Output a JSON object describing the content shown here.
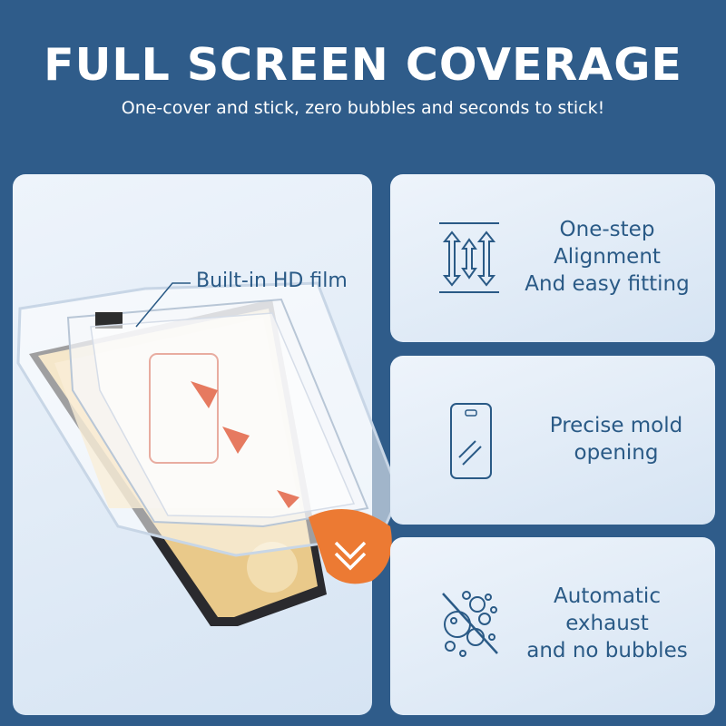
{
  "header": {
    "title": "FULL SCREEN COVERAGE",
    "subtitle": "One-cover and stick, zero bubbles and seconds to stick!"
  },
  "illustration": {
    "film_label": "Built-in HD film"
  },
  "features": [
    {
      "icon": "alignment-arrows-icon",
      "lines": [
        "One-step",
        "Alignment",
        "And easy fitting"
      ]
    },
    {
      "icon": "phone-outline-icon",
      "lines": [
        "Precise mold",
        "opening"
      ]
    },
    {
      "icon": "bubbles-crossed-icon",
      "lines": [
        "Automatic",
        "exhaust",
        "and no bubbles"
      ]
    }
  ],
  "colors": {
    "background": "#2f5c8a",
    "card_text": "#2a5a86",
    "pull_tab": "#ec7a33"
  }
}
